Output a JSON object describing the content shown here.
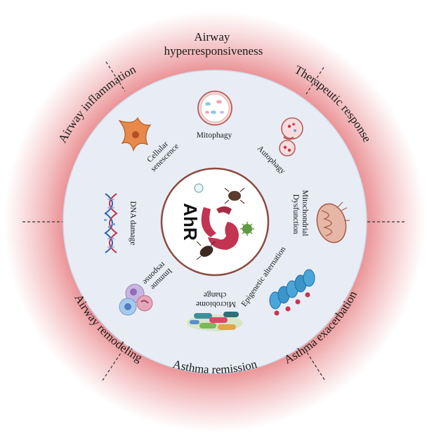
{
  "center": {
    "label": "AhR"
  },
  "outer_ring": [
    {
      "id": "top",
      "label": "Airway hyperresponsiveness"
    },
    {
      "id": "upper-left",
      "label": "Airway inflammation"
    },
    {
      "id": "upper-right",
      "label": "Therapeutic response"
    },
    {
      "id": "lower-left",
      "label": "Airway remodeling"
    },
    {
      "id": "lower-right",
      "label": "Asthma exacerbation"
    },
    {
      "id": "bottom",
      "label": "Asthma remission"
    }
  ],
  "inner_ring": [
    {
      "id": "mitophagy",
      "label": "Mitophagy",
      "icon": "mitochondrion-in-vesicle-icon"
    },
    {
      "id": "autophagy",
      "label": "Autophagy",
      "icon": "autophagosome-icon"
    },
    {
      "id": "mito-dys",
      "label": "Mitochondrial Dysfunction",
      "icon": "mitochondrion-icon"
    },
    {
      "id": "epigenetic",
      "label": "Epigenetic alternation",
      "icon": "nucleosome-icon"
    },
    {
      "id": "microbiome",
      "label": "Microbiome change",
      "icon": "bacteria-icon"
    },
    {
      "id": "immune",
      "label": "Immune response",
      "icon": "immune-cells-icon"
    },
    {
      "id": "dna",
      "label": "DNA damage",
      "icon": "dna-icon"
    },
    {
      "id": "senescence",
      "label": "Cellular senescence",
      "icon": "senescent-cell-icon"
    }
  ],
  "colors": {
    "outer_glow": "#e98b8e",
    "inner_disc": "#e8edf5",
    "inner_border": "#c9d3e3",
    "center_border": "#8b4a3f",
    "receptor": "#c2344f"
  }
}
